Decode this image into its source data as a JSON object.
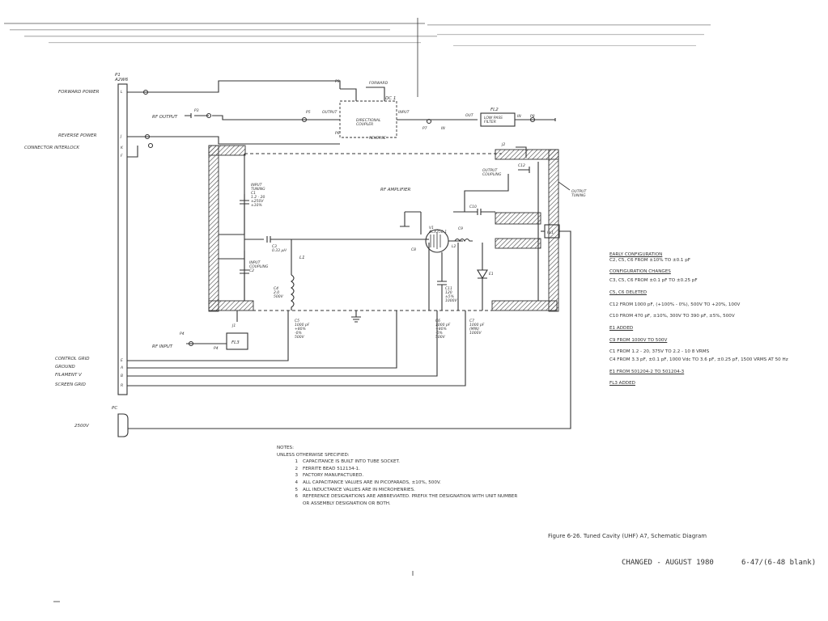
{
  "connector": {
    "p1_label": "P1\nA2W6",
    "pc_label": "PC",
    "pins": [
      "L",
      "J",
      "K",
      "F",
      "E",
      "A",
      "B",
      "R"
    ]
  },
  "signals": {
    "forward_power": "FORWARD POWER",
    "reverse_power": "REVERSE POWER",
    "connector_interlock": "CONNECTOR INTERLOCK",
    "control_grid": "CONTROL GRID",
    "ground": "GROUND",
    "filament_v": "FILAMENT V",
    "screen_grid": "SCREEN GRID",
    "hv": "2500V",
    "rf_output": "RF OUTPUT",
    "rf_input": "RF INPUT"
  },
  "components": {
    "p3": "P3",
    "p4": "P4",
    "p5": "P5",
    "p6": "P6",
    "p7": "P7",
    "p8": "P8",
    "p9": "P9",
    "j1": "J1",
    "j2": "J2",
    "dc1": "DC 1",
    "dc1_text": "DIRECTIONAL\nCOUPLER",
    "forward": "FORWARD",
    "reverse": "REVERSE",
    "output": "OUTPUT",
    "input": "INPUT",
    "out": "OUT",
    "in": "IN",
    "fl2": "FL2",
    "fl2_text": "LOW PASS\nFILTER",
    "fl3": "FL3",
    "fl1": "FL1",
    "rf_amplifier": "RF AMPLIFIER",
    "input_tuning": "INPUT\nTUNING\nC1\n1.2 - 20\n±250V\n±10%",
    "input_coupling": "INPUT\nCOUPLING\nC2",
    "c3": "C3\n0.33 μH",
    "l1": "L1",
    "c4": "C4\n2.0\n500V",
    "c5": "C5\n1000 pF\n+80%\n-0%\n500V",
    "c6": "C6\n1000 pF\n+80%\n-0%\n500V",
    "c7": "C7\n1000 pF\n(MIN)\n1000V",
    "c8": "C8",
    "v1": "V1\n4CX250-1",
    "l2": "L2",
    "c9": "C9",
    "c10": "C10",
    "c11": "C11\n120\n±5%\n1000V",
    "c12": "C12",
    "e1": "E1",
    "output_coupling": "OUTPUT\nCOUPLING",
    "output_tuning": "OUTPUT\nTUNING"
  },
  "config_notes": [
    {
      "text": "EARLY CONFIGURATION",
      "underline": true
    },
    {
      "text": "C2, C5, C6 FROM ±10% TO ±0.1 pF",
      "underline": false
    },
    {
      "text": "CONFIGURATION CHANGES",
      "underline": true
    },
    {
      "text": "C3, C5, C6 FROM ±0.1 pF TO ±0.25 pF",
      "underline": false
    },
    {
      "text": "C5, C6 DELETED",
      "underline": false
    },
    {
      "text": "C12 FROM 1000 pF, (+100% - 0%), 500V TO +20%, 100V",
      "underline": false
    },
    {
      "text": "C10 FROM 470 pF, ±10%, 300V TO 390 pF, ±5%, 500V",
      "underline": false
    },
    {
      "text": "E1 ADDED",
      "underline": false
    },
    {
      "text": "C9 FROM 1000V TO 500V",
      "underline": false
    },
    {
      "text": "C1 FROM 1.2 - 20, 375V TO 2.2 - 10 8 VRMS",
      "underline": false
    },
    {
      "text": "C4 FROM 3.3 pF, ±0.1 pF, 1000 Vdc TO 3.6 pF, ±0.25 pF, 1500 VRMS AT 50 Hz",
      "underline": false
    },
    {
      "text": "E1 FROM 501204-2 TO 501204-3",
      "underline": false
    },
    {
      "text": "FL3 ADDED",
      "underline": false
    }
  ],
  "notes": {
    "heading": "NOTES:",
    "subheading": "UNLESS OTHERWISE SPECIFIED:",
    "items": [
      {
        "num": "1",
        "text": "CAPACITANCE IS BUILT INTO TUBE SOCKET."
      },
      {
        "num": "2",
        "text": "FERRITE BEAD 512134-1."
      },
      {
        "num": "3",
        "text": "FACTORY MANUFACTURED."
      },
      {
        "num": "4",
        "text": "ALL CAPACITANCE VALUES ARE IN PICOFARADS, ±10%, 500V."
      },
      {
        "num": "5",
        "text": "ALL INDUCTANCE VALUES ARE IN MICROHENRIES."
      },
      {
        "num": "6",
        "text": "REFERENCE DESIGNATIONS ARE ABBREVIATED. PREFIX THE DESIGNATION WITH UNIT NUMBER"
      },
      {
        "num": "",
        "text": "OR ASSEMBLY DESIGNATION OR BOTH."
      }
    ]
  },
  "caption": "Figure 6-26. Tuned Cavity (UHF) A7, Schematic Diagram",
  "changed": "CHANGED - AUGUST 1980",
  "page_number": "6-47/(6-48 blank)"
}
